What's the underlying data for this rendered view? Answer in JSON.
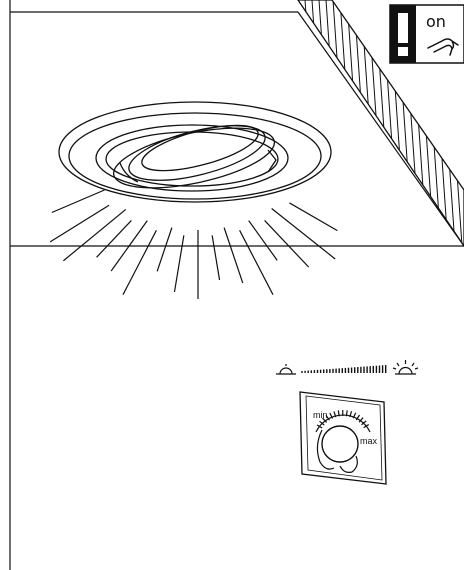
{
  "badge": {
    "on_label": "on",
    "icon": "exclamation-icon",
    "switch_icon": "hand-pointer-icon"
  },
  "dimmer": {
    "min_label": "min",
    "max_label": "max",
    "low_icon": "dim-lamp-icon",
    "high_icon": "bright-lamp-icon",
    "knob_icon": "hand-turning-knob-icon"
  },
  "colors": {
    "line": "#111111",
    "background": "#ffffff"
  }
}
